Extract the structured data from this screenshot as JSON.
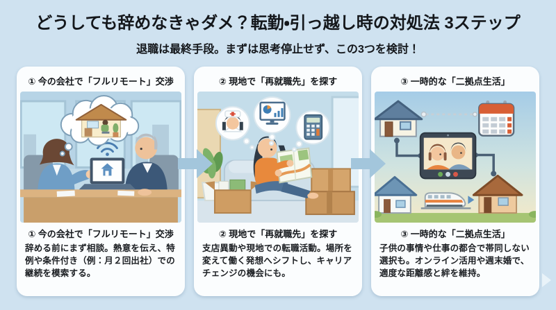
{
  "page": {
    "title": "どうしても辞めなきゃダメ？転勤・引っ越し時の対処法 3ステップ",
    "subtitle": "退職は最終手段。まずは思考停止せず、この3つを検討！"
  },
  "colors": {
    "background": "#cfe2f0",
    "panel": "#fbfdfe",
    "step_arrow": "#a3c6dc",
    "text": "#14171b",
    "accent_orange": "#e8893c",
    "accent_red": "#d85f35",
    "accent_blue": "#5b8fc0",
    "accent_green": "#6cab57"
  },
  "steps": [
    {
      "header": "① 今の会社で「フルリモート」交渉",
      "caption_title": "① 今の会社で「フルリモート」交渉",
      "caption_body": "辞める前にまず相談。熱意を伝え、特例や条件付き（例：月２回出社）での継続を模索する。",
      "illustration": "office-remote-negotiation",
      "icons": [
        "thought-bubble-icon",
        "remote-work-house-icon",
        "wifi-icon",
        "laptop-house-icon"
      ]
    },
    {
      "header": "② 現地で「再就職先」を探す",
      "caption_title": "② 現地で「再就職先」を探す",
      "caption_body": "支店異動や現地での転職活動。場所を変えて働く発想へシフトし、キャリアチェンジの機会にも。",
      "illustration": "local-job-search",
      "icons": [
        "nurse-icon",
        "chart-monitor-icon",
        "calculator-icon",
        "map-icon",
        "moving-box-icon"
      ]
    },
    {
      "header": "③ 一時的な「二拠点生活」",
      "caption_title": "③ 一時的な「二拠点生活」",
      "caption_body": "子供の事情や仕事の都合で帯同しない選択も。オンライン活用や週末婚で、適度な距離感と絆を維持。",
      "illustration": "dual-base-living",
      "icons": [
        "house-icon",
        "calendar-icon",
        "video-call-icon",
        "bullet-train-icon"
      ]
    }
  ]
}
